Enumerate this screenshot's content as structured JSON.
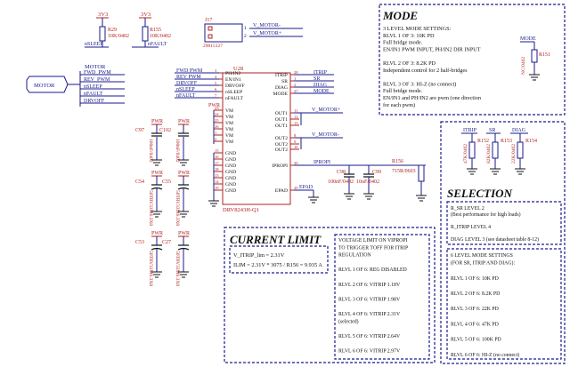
{
  "power": {
    "v3v3_a": "3V3",
    "v3v3_b": "3V3",
    "pwr": "PWR"
  },
  "resistors": {
    "r29": {
      "ref": "R29",
      "val": "10K/0402",
      "net": "nSLEEP"
    },
    "r155": {
      "ref": "R155",
      "val": "10K/0402",
      "net": "nFAULT"
    },
    "r151": {
      "ref": "R151",
      "val": "NC/0402"
    },
    "r152": {
      "ref": "R152",
      "val": "47K/0402"
    },
    "r153": {
      "ref": "R153",
      "val": "82K/0402"
    },
    "r154": {
      "ref": "R154",
      "val": "22K/0402"
    },
    "r156": {
      "ref": "R156",
      "val": "715R/0603"
    }
  },
  "connector": {
    "ref": "J17",
    "part": "29015127",
    "pin1": "1",
    "pin2": "2",
    "net1": "V_MOTOR-",
    "net2": "V_MOTOR+"
  },
  "motor_bus": {
    "title": "MOTOR",
    "hier": "MOTOR",
    "nets": [
      "FWD_PWM",
      "REV_PWM",
      "nSLEEP",
      "nFAULT",
      "DRVOFF"
    ],
    "labels": [
      "FWD PWM",
      "REV PWM",
      "nSLEEP",
      "nFAULT",
      "DRVOFF"
    ]
  },
  "ic": {
    "ref": "U28",
    "part": "DRV8243H-Q1",
    "left_pins": [
      {
        "num": "3",
        "name": "PH/IN2"
      },
      {
        "num": "4",
        "name": "EN/IN1"
      },
      {
        "num": "5",
        "name": "DRVOFF"
      },
      {
        "num": "6",
        "name": "nSLEEP"
      },
      {
        "num": "7",
        "name": "nFAULT"
      },
      {
        "num": "23",
        "name": "VM"
      },
      {
        "num": "24",
        "name": "VM"
      },
      {
        "num": "25",
        "name": "VM"
      },
      {
        "num": "26",
        "name": "VM"
      },
      {
        "num": "1",
        "name": "VM"
      },
      {
        "num": "2",
        "name": "VM"
      },
      {
        "num": "15",
        "name": "GND"
      },
      {
        "num": "16",
        "name": "GND"
      },
      {
        "num": "17",
        "name": "GND"
      },
      {
        "num": "18",
        "name": "GND"
      },
      {
        "num": "13",
        "name": "GND"
      },
      {
        "num": "14",
        "name": "GND"
      },
      {
        "num": "19",
        "name": "GND"
      }
    ],
    "right_pins": [
      {
        "num": "28",
        "name": "ITRIP"
      },
      {
        "num": "1",
        "name": "SR"
      },
      {
        "num": "2",
        "name": "DIAG"
      },
      {
        "num": "27",
        "name": "MODE"
      },
      {
        "num": "11",
        "name": "OUT1"
      },
      {
        "num": "12",
        "name": "OUT1"
      },
      {
        "num": "13",
        "name": "OUT1"
      },
      {
        "num": "8",
        "name": "OUT2"
      },
      {
        "num": "9",
        "name": "OUT2"
      },
      {
        "num": "10",
        "name": "OUT2"
      },
      {
        "num": "20",
        "name": "IPROPI"
      },
      {
        "num": "29",
        "name": "EPAD"
      }
    ],
    "nets_right": [
      "ITRIP",
      "SR",
      "DIAG",
      "MODE",
      "V_MOTOR+",
      "V_MOTOR-",
      "IPROPI",
      "EPAD"
    ]
  },
  "caps": {
    "c97": {
      "ref": "C97",
      "val": "100nF/0402"
    },
    "c102": {
      "ref": "C102",
      "val": "100nF/0402"
    },
    "c54": {
      "ref": "C54",
      "val": "50TRV33M6.3X8"
    },
    "c55": {
      "ref": "C55",
      "val": "50TRV33M6.3X8"
    },
    "c53": {
      "ref": "C53",
      "val": "50TRV33M6.3X8"
    },
    "c27": {
      "ref": "C27",
      "val": "50TRV33M6.3X8"
    },
    "c98": {
      "ref": "C98",
      "val": "100nF/0402"
    },
    "c99": {
      "ref": "C99",
      "val": "10uF/0402"
    }
  },
  "mode_box": {
    "title": "MODE",
    "net": "MODE",
    "lines": [
      "3 LEVEL MODE SETTINGS:",
      "RLVL 1 OF 3: 10K PD",
      "Full bridge mode.",
      "EN/IN1 PWM INPUT, PH/IN2 DIR INPUT",
      "",
      "RLVL 2 OF 3: 8.2K PD",
      "Independent control for 2 half-bridges",
      "",
      "RLVL 3 OF 3: HI-Z (no connect)",
      "Full bridge mode.",
      "EN/IN1 and PH/IN2 are pwm (one direction",
      "for each pwm)"
    ]
  },
  "selection_box": {
    "title": "SELECTION",
    "nets": [
      "ITRIP",
      "SR",
      "DIAG"
    ],
    "top_lines": [
      "R_SR LEVEL 2",
      "(Best performance for high loads)",
      "",
      "R_ITRIP LEVEL 4",
      "",
      "DIAG LEVEL 3 (see datasheet table 8-12)"
    ],
    "bottom_lines": [
      "6 LEVEL MODE SETTINGS",
      "(FOR SR, ITRIP AND DIAG):",
      "",
      "RLVL 1 OF 6: 10K PD",
      "",
      "RLVL 2 OF 6: 8.2K PD",
      "",
      "RLVL 3 OF 6: 22K PD",
      "",
      "RLVL 4 OF 6: 47K PD",
      "",
      "RLVL 5 OF 6: 100K PD",
      "",
      "RLVL 6 OF 6: HI-Z (no connect)"
    ]
  },
  "current_box": {
    "title": "CURRENT LIMIT",
    "calc1": "V_ITRIP_lim = 2.31V",
    "calc2": "ILIM = 2.31V * 3075 / R156 = 9.935 A",
    "lines": [
      "VOLTAGE LIMIT ON VIPROPI",
      "TO TRIGGER TOFF FOR ITRIP",
      "REGULATION",
      "",
      "RLVL 1 OF 6: REG DISABLED",
      "",
      "RLVL 2 OF 6: VITRIP 1.18V",
      "",
      "RLVL 3 OF 6: VITRIP 1.98V",
      "",
      "RLVL 4 OF 6: VITRIP 2.31V",
      "(selected)",
      "",
      "RLVL 5 OF 6: VITRIP 2.64V",
      "",
      "RLVL 6 OF 6: VITRIP 2.97V"
    ]
  },
  "colors": {
    "wire": "#1a1a8c",
    "ref": "#b22222",
    "box": "#1a1a8c",
    "ground": "#111111"
  }
}
